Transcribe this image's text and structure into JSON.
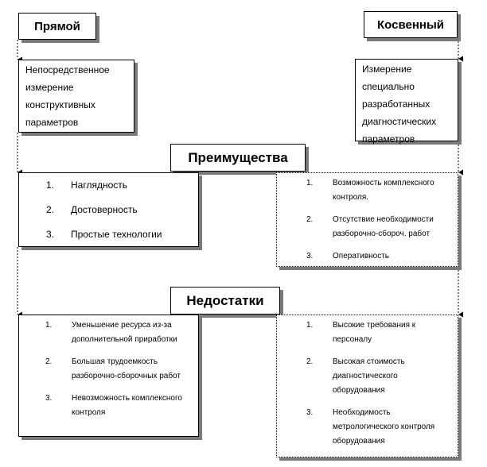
{
  "direct": {
    "title": "Прямой",
    "description": "Непосредственное измерение конструктивных параметров"
  },
  "indirect": {
    "title": "Косвенный",
    "description": "Измерение специально разработанных диагностических параметров"
  },
  "advantages": {
    "title": "Преимущества",
    "direct": [
      {
        "num": "1.",
        "text": "Наглядность"
      },
      {
        "num": "2.",
        "text": "Достоверность"
      },
      {
        "num": "3.",
        "text": "Простые технологии"
      }
    ],
    "indirect": [
      {
        "num": "1.",
        "text": "Возможность комплексного контроля."
      },
      {
        "num": "2.",
        "text": "Отсутствие необходимости разборочно-сбороч. работ"
      },
      {
        "num": "3.",
        "text": "Оперативность"
      }
    ]
  },
  "disadvantages": {
    "title": "Недостатки",
    "direct": [
      {
        "num": "1.",
        "text": "Уменьшение ресурса из-за дополнительной приработки"
      },
      {
        "num": "2.",
        "text": "Большая трудоемкость разборочно-сборочных работ"
      },
      {
        "num": "3.",
        "text": "Невозможность комплексного контроля"
      }
    ],
    "indirect": [
      {
        "num": "1.",
        "text": "Высокие требования к персоналу"
      },
      {
        "num": "2.",
        "text": "Высокая стоимость диагностического оборудования"
      },
      {
        "num": "3.",
        "text": "Необходимость метрологического контроля оборудования"
      }
    ]
  }
}
